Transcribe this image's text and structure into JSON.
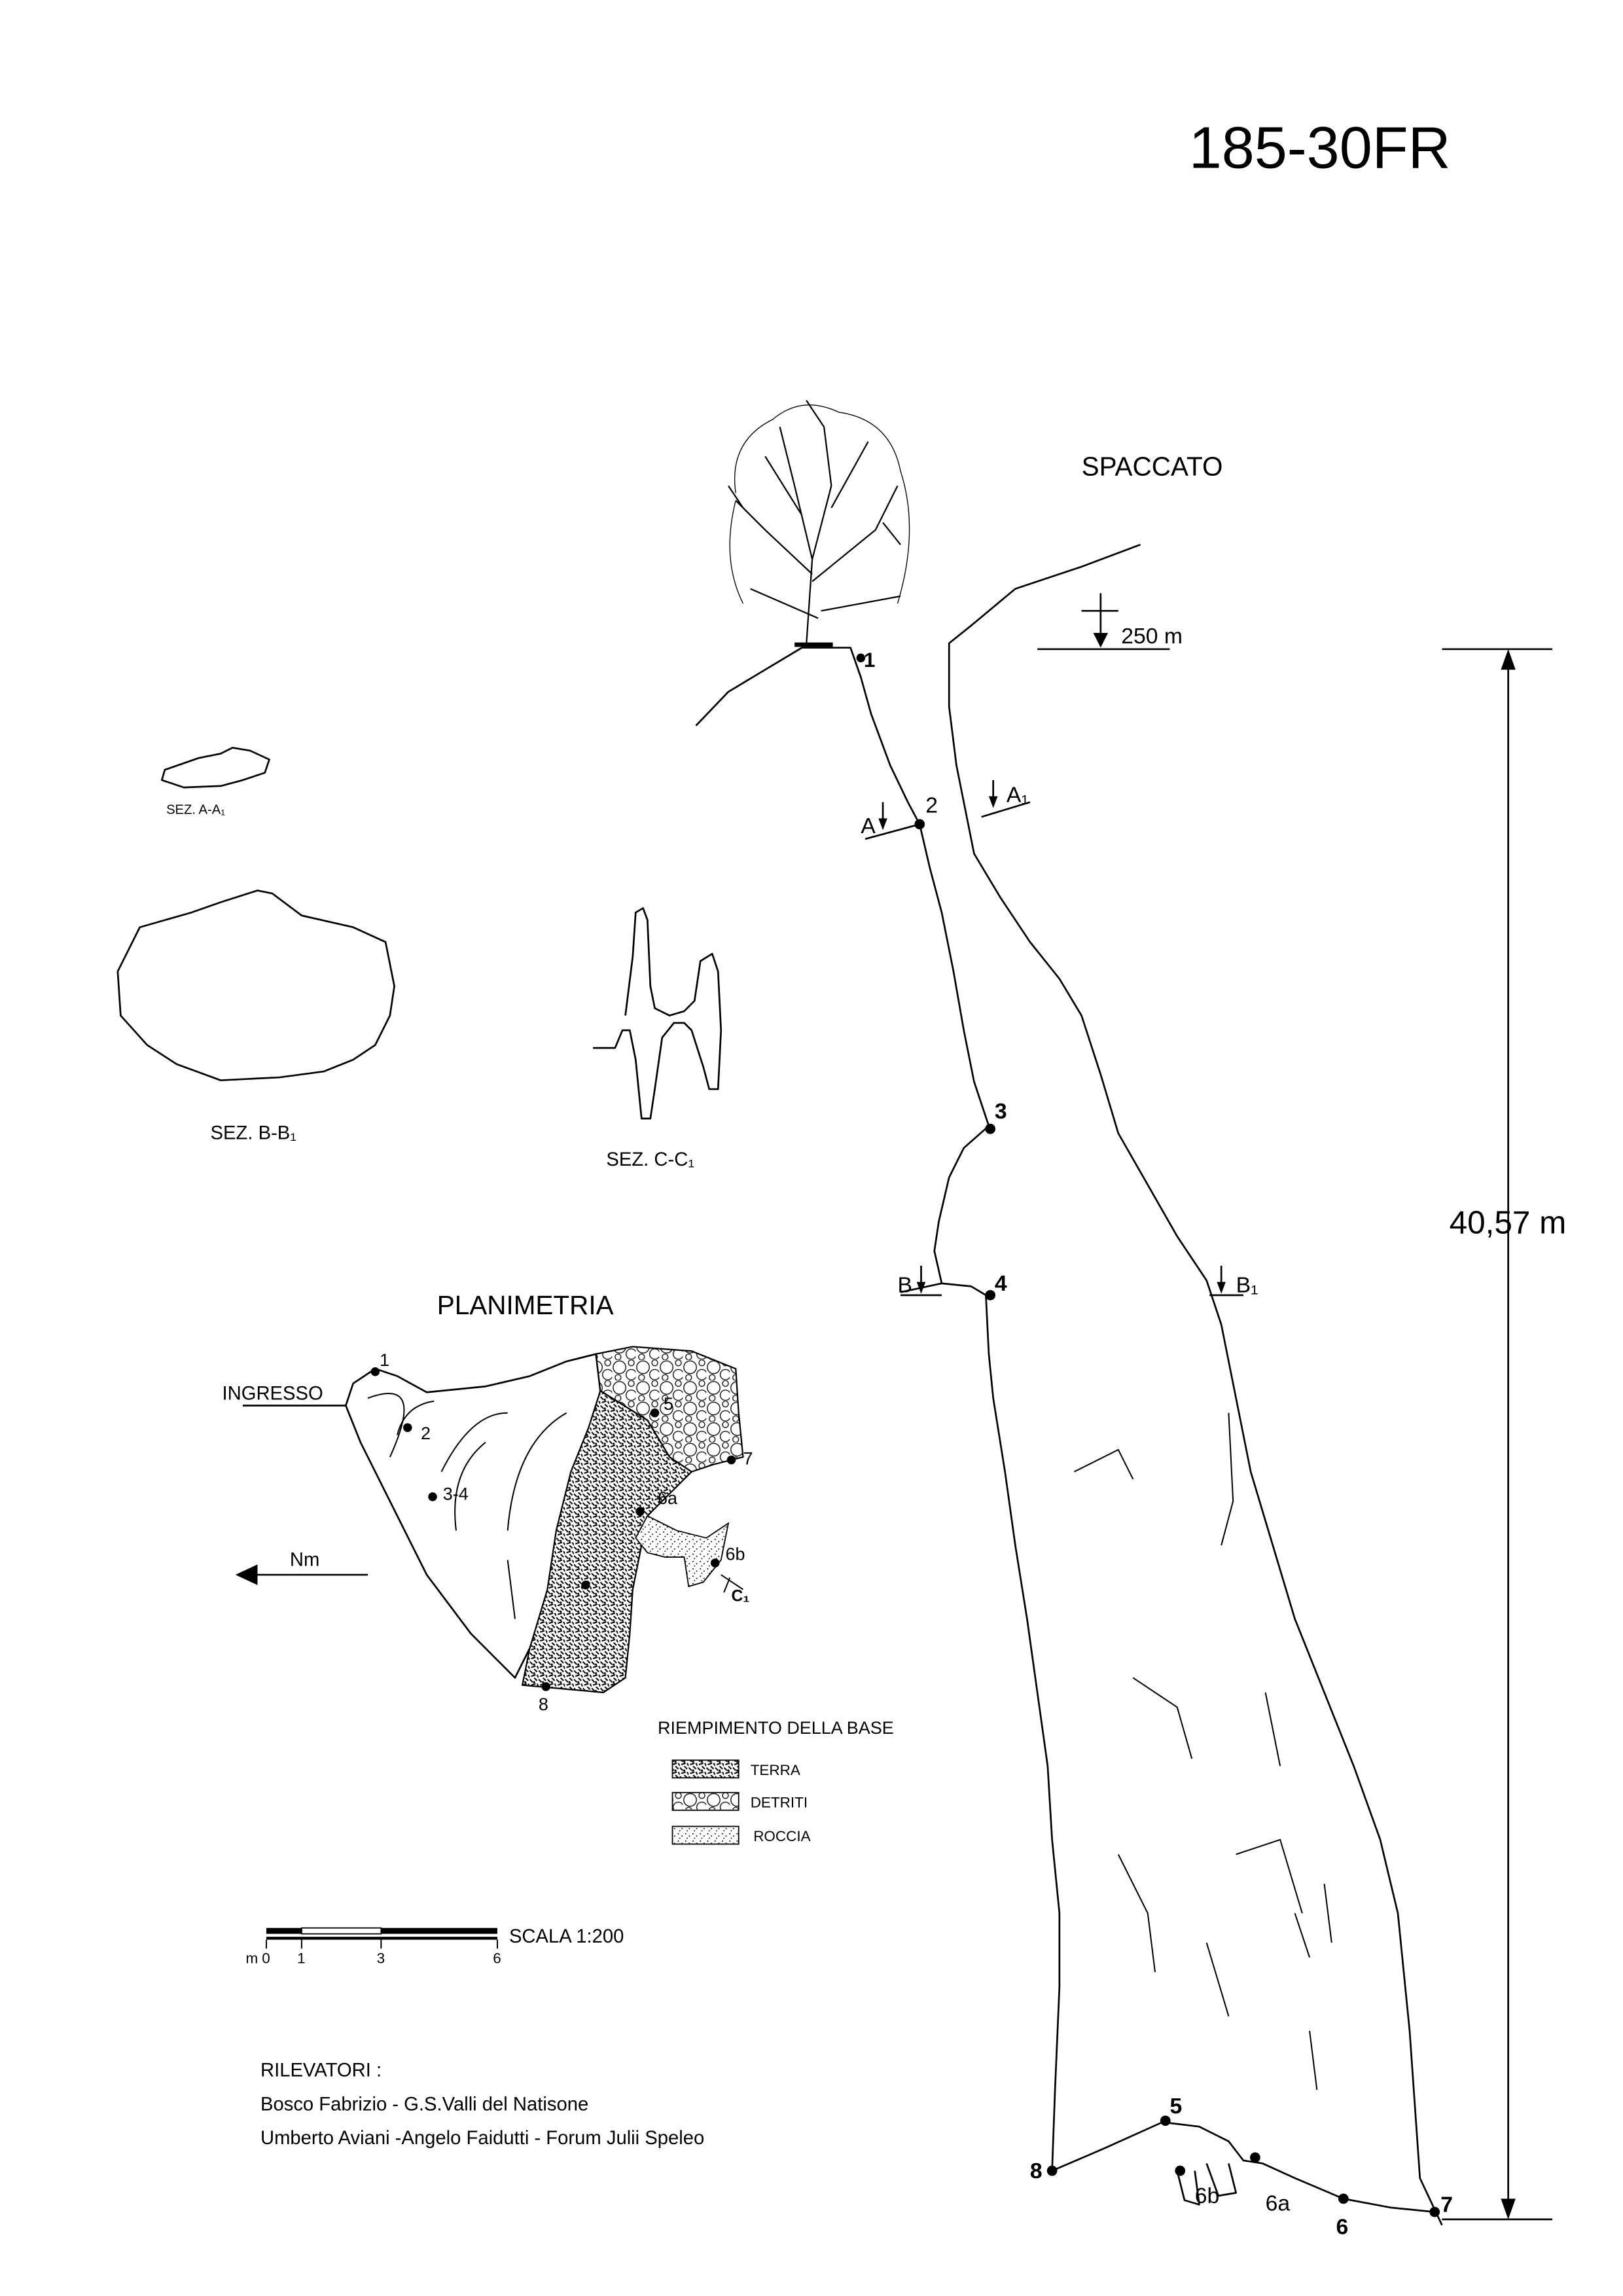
{
  "title": "185-30FR",
  "section": {
    "label": "SPACCATO",
    "elevation": "250 m",
    "depth": "40,57 m",
    "stations": [
      "1",
      "2",
      "3",
      "4",
      "5",
      "6",
      "6a",
      "6b",
      "7",
      "8"
    ],
    "cut_a": "A",
    "cut_a1": "A₁",
    "cut_b": "B",
    "cut_b1": "B₁"
  },
  "cross_sections": {
    "a": "SEZ. A-A₁",
    "b": "SEZ. B-B₁",
    "c": "SEZ. C-C₁"
  },
  "plan": {
    "title": "PLANIMETRIA",
    "entrance": "INGRESSO",
    "north": "Nm",
    "stations": [
      "1",
      "2",
      "3-4",
      "5",
      "6a",
      "6b",
      "7",
      "8"
    ],
    "cut_c1": "C₁"
  },
  "legend": {
    "title": "RIEMPIMENTO DELLA BASE",
    "items": [
      "TERRA",
      "DETRITI",
      "ROCCIA"
    ]
  },
  "scale": {
    "label": "SCALA 1:200",
    "unit": "m",
    "ticks": [
      "0",
      "1",
      "3",
      "6"
    ]
  },
  "surveyors": {
    "heading": "RILEVATORI :",
    "lines": [
      "Bosco Fabrizio - G.S.Valli del Natisone",
      "Umberto Aviani -Angelo Faidutti - Forum Julii Speleo"
    ]
  }
}
